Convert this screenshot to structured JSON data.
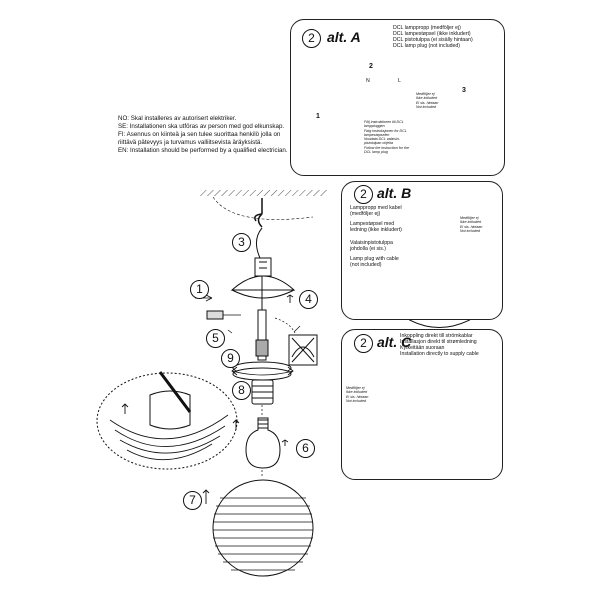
{
  "alt_a": {
    "step": "2",
    "title": "alt. A",
    "lines": [
      "DCL lamppropp (medfölјer ej)",
      "DCL lampestøpsel (ikke inkludert)",
      "DCL pistotulppa (ei sisälly hintaan)",
      "DCL lamp plug (not included)"
    ],
    "wire_labels": {
      "n": "N",
      "l": "L",
      "step2": "2",
      "step1": "1",
      "step3": "3"
    },
    "instruction": "Följ instruktionen till DCL lamppluggen\nFølg instruksjonen for DCL lampestøpselen\nNoudata DCL valaisin-pistotulpan ohjeita\nFollow the instruction for the DCL lamp plug",
    "not_included": "Medföljer ej\nIkke inkludert\nEi sis. hintaan\nNot included"
  },
  "notes": [
    "NO: Skal installeres av autorisert elektriker.",
    "SE: Installationen ska utföras av person med god elkunskap.",
    "FI:  Asennus on kiinteä ja sen tulee suorittaa henkilö jolla on",
    "      riittävä pätevyys ja turvamus valliitsevista äräyksistä.",
    "EN: Installation should be performed by a qualified electrician."
  ],
  "alt_b": {
    "step": "2",
    "title": "alt. B",
    "items": [
      "Lamppropp med kabel (medföljer ej)",
      "Lampestøpsel med ledning (ikke inkludert)",
      "Valaisinpistotulppa johdolla (ei sis.)",
      "Lamp plug with cable (not included)"
    ],
    "not_included": "Medföljer ej\nIkke inkludert\nEi sis. hintaan\nNot included"
  },
  "alt_c": {
    "step": "2",
    "title": "alt. C",
    "lines": [
      "Inkoppling direkt till strömkablar",
      "Installasjon direkt til strømledning",
      "Kytkeitään suoraan",
      "Installation directly to supply cable"
    ],
    "not_included": "Medföljer ej\nIkke inkludert\nEi sis. hintaan\nNot included"
  },
  "steps": [
    "1",
    "3",
    "4",
    "5",
    "6",
    "7",
    "8",
    "9"
  ]
}
